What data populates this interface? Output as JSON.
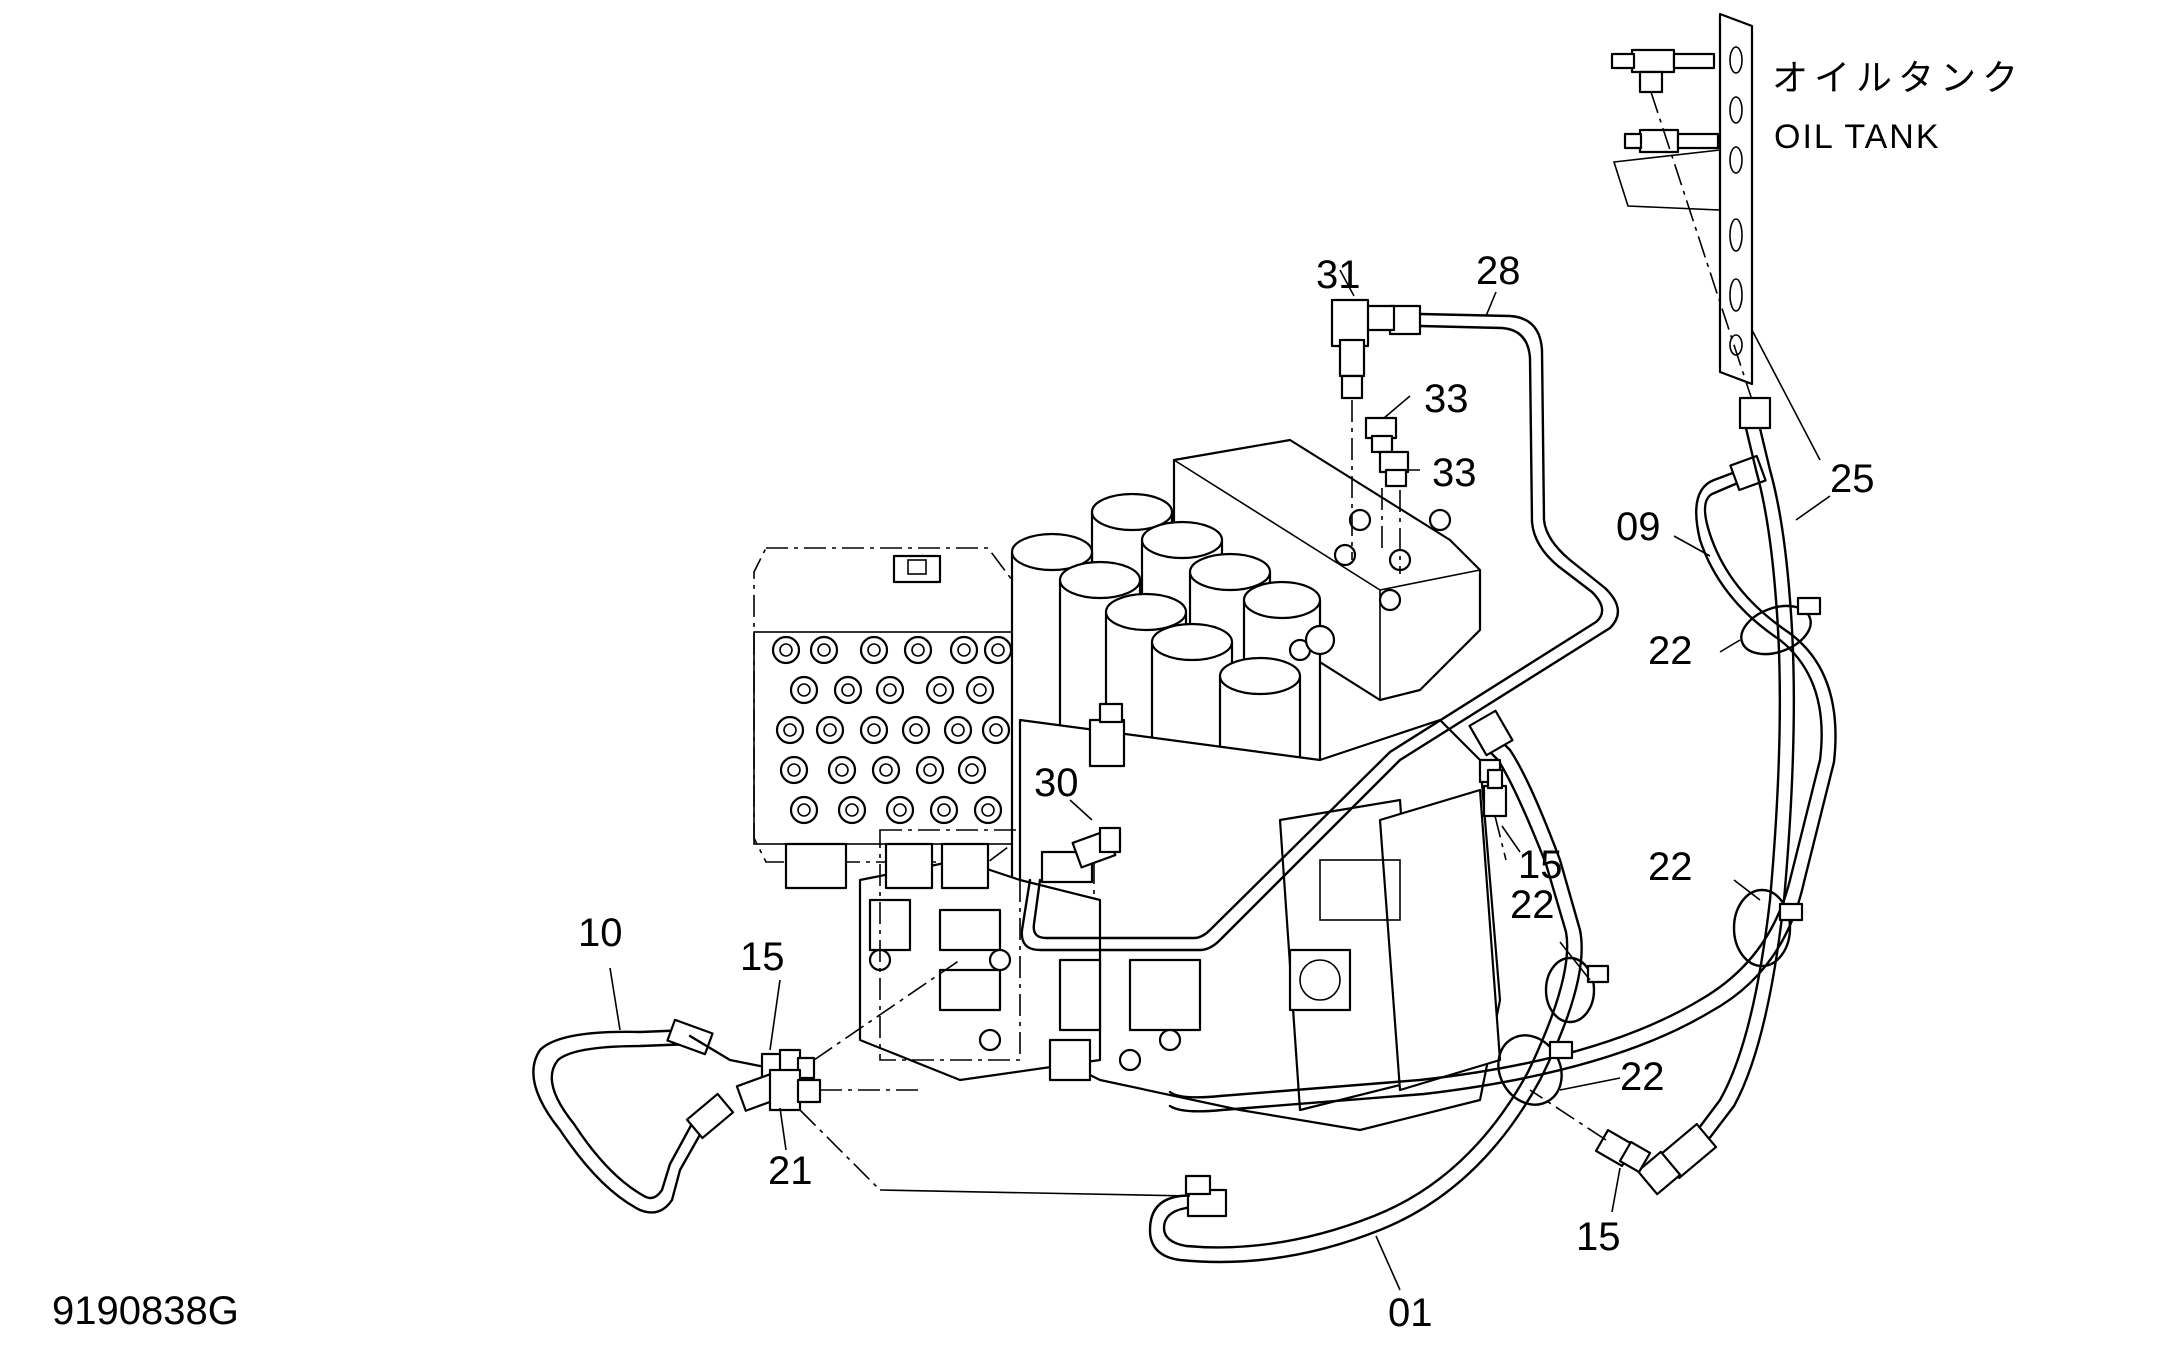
{
  "diagram": {
    "figure_code": "9190838G",
    "tank_label_jp": "オイルタンク",
    "tank_label_en": "OIL TANK",
    "callouts": [
      {
        "id": "c-31",
        "text": "31"
      },
      {
        "id": "c-28",
        "text": "28"
      },
      {
        "id": "c-33a",
        "text": "33"
      },
      {
        "id": "c-33b",
        "text": "33"
      },
      {
        "id": "c-25",
        "text": "25"
      },
      {
        "id": "c-09",
        "text": "09"
      },
      {
        "id": "c-22a",
        "text": "22"
      },
      {
        "id": "c-30",
        "text": "30"
      },
      {
        "id": "c-15a",
        "text": "15"
      },
      {
        "id": "c-22b",
        "text": "22"
      },
      {
        "id": "c-22c",
        "text": "22"
      },
      {
        "id": "c-10",
        "text": "10"
      },
      {
        "id": "c-15b",
        "text": "15"
      },
      {
        "id": "c-22d",
        "text": "22"
      },
      {
        "id": "c-21",
        "text": "21"
      },
      {
        "id": "c-15c",
        "text": "15"
      },
      {
        "id": "c-01",
        "text": "01"
      }
    ]
  }
}
